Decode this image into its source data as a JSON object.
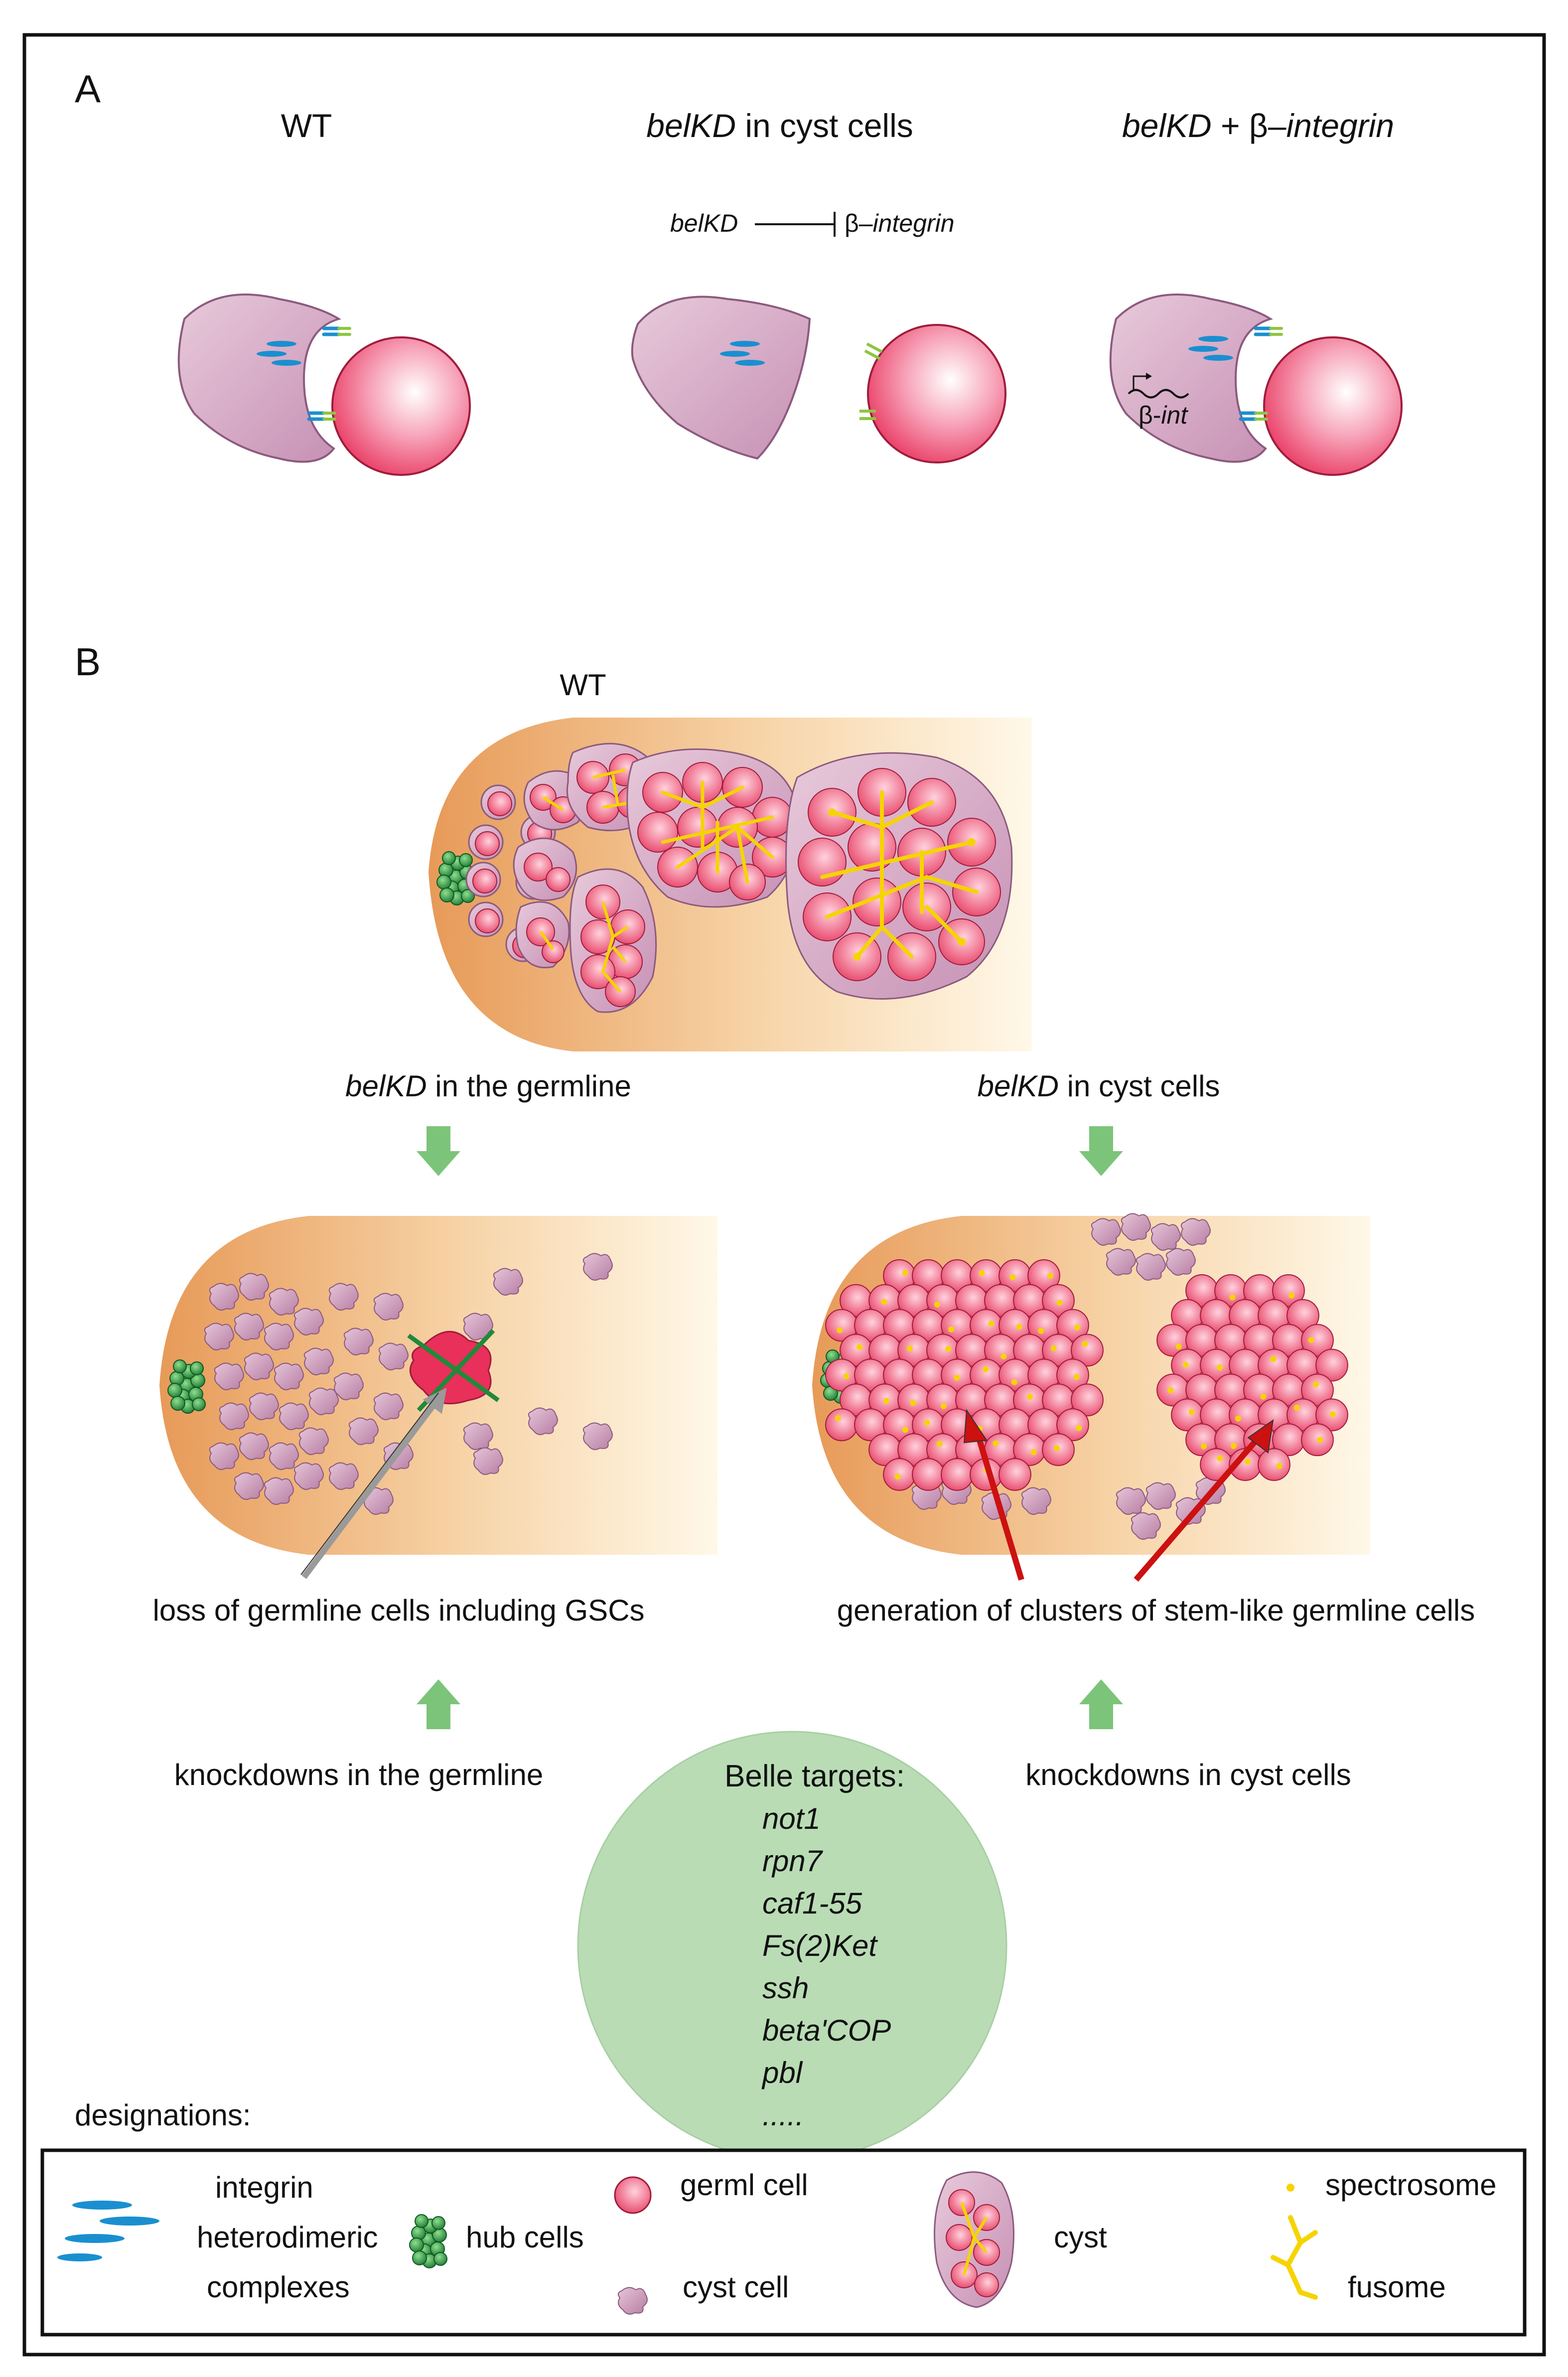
{
  "panel_a": {
    "letter": "A",
    "col1_title": "WT",
    "col2_title_italic": "belKD",
    "col2_title_rest": " in cyst cells",
    "col3_title_italic": "belKD",
    "col3_title_plus": " + β–",
    "col3_title_italic2": "integrin",
    "inhibit_left": "belKD",
    "inhibit_right_beta": "β–",
    "inhibit_right_italic": "integrin",
    "transgene_beta": "β-",
    "transgene_italic": "int"
  },
  "panel_b": {
    "letter": "B",
    "wt_title": "WT",
    "left_title_italic": "belKD",
    "left_title_rest": " in the germline",
    "right_title_italic": "belKD",
    "right_title_rest": " in cyst cells",
    "left_caption": "loss of germline cells including GSCs",
    "right_caption": "generation of clusters  of stem-like germline  cells",
    "left_knockdown": "knockdowns in the germline",
    "right_knockdown": "knockdowns in cyst cells"
  },
  "targets": {
    "title": "Belle targets:",
    "items": [
      "not1",
      "rpn7",
      "caf1-55",
      "Fs(2)Ket",
      "ssh",
      "beta'COP",
      "pbl",
      "....."
    ]
  },
  "legend": {
    "heading": "designations:",
    "integrin_1": "integrin",
    "integrin_2": "heterodimeric",
    "integrin_3": "complexes",
    "hub": "hub cells",
    "germ": "germl cell",
    "cyst_cell": "cyst cell",
    "cyst": "cyst",
    "spectrosome": "spectrosome",
    "fusome": "fusome"
  },
  "colors": {
    "cyst_cell_fill": "#c98fb5",
    "germ_cell_fill": "#e8305a",
    "hub_green": "#1f8a3a",
    "fusome_yellow": "#f5d400",
    "integrin_blue": "#1a8fd0",
    "integrin_green": "#8dc63f",
    "arrow_green": "#7cc47a",
    "arrow_red": "#cc1111",
    "arrow_gray": "#9a9a9a",
    "testis_orange": "#e9a66a",
    "circle_green": "#b9dcb5"
  }
}
